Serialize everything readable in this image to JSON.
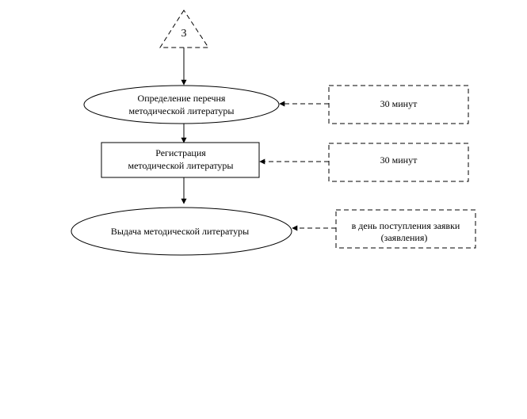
{
  "connector": {
    "label": "3"
  },
  "steps": [
    {
      "line1": "Определение перечня",
      "line2": "методической литературы"
    },
    {
      "line1": "Регистрация",
      "line2": "методической литературы"
    },
    {
      "line1": "Выдача методической литературы"
    }
  ],
  "times": [
    {
      "line1": "30 минут"
    },
    {
      "line1": "30 минут"
    },
    {
      "line1": "в день поступления заявки",
      "line2": "(заявления)"
    }
  ]
}
